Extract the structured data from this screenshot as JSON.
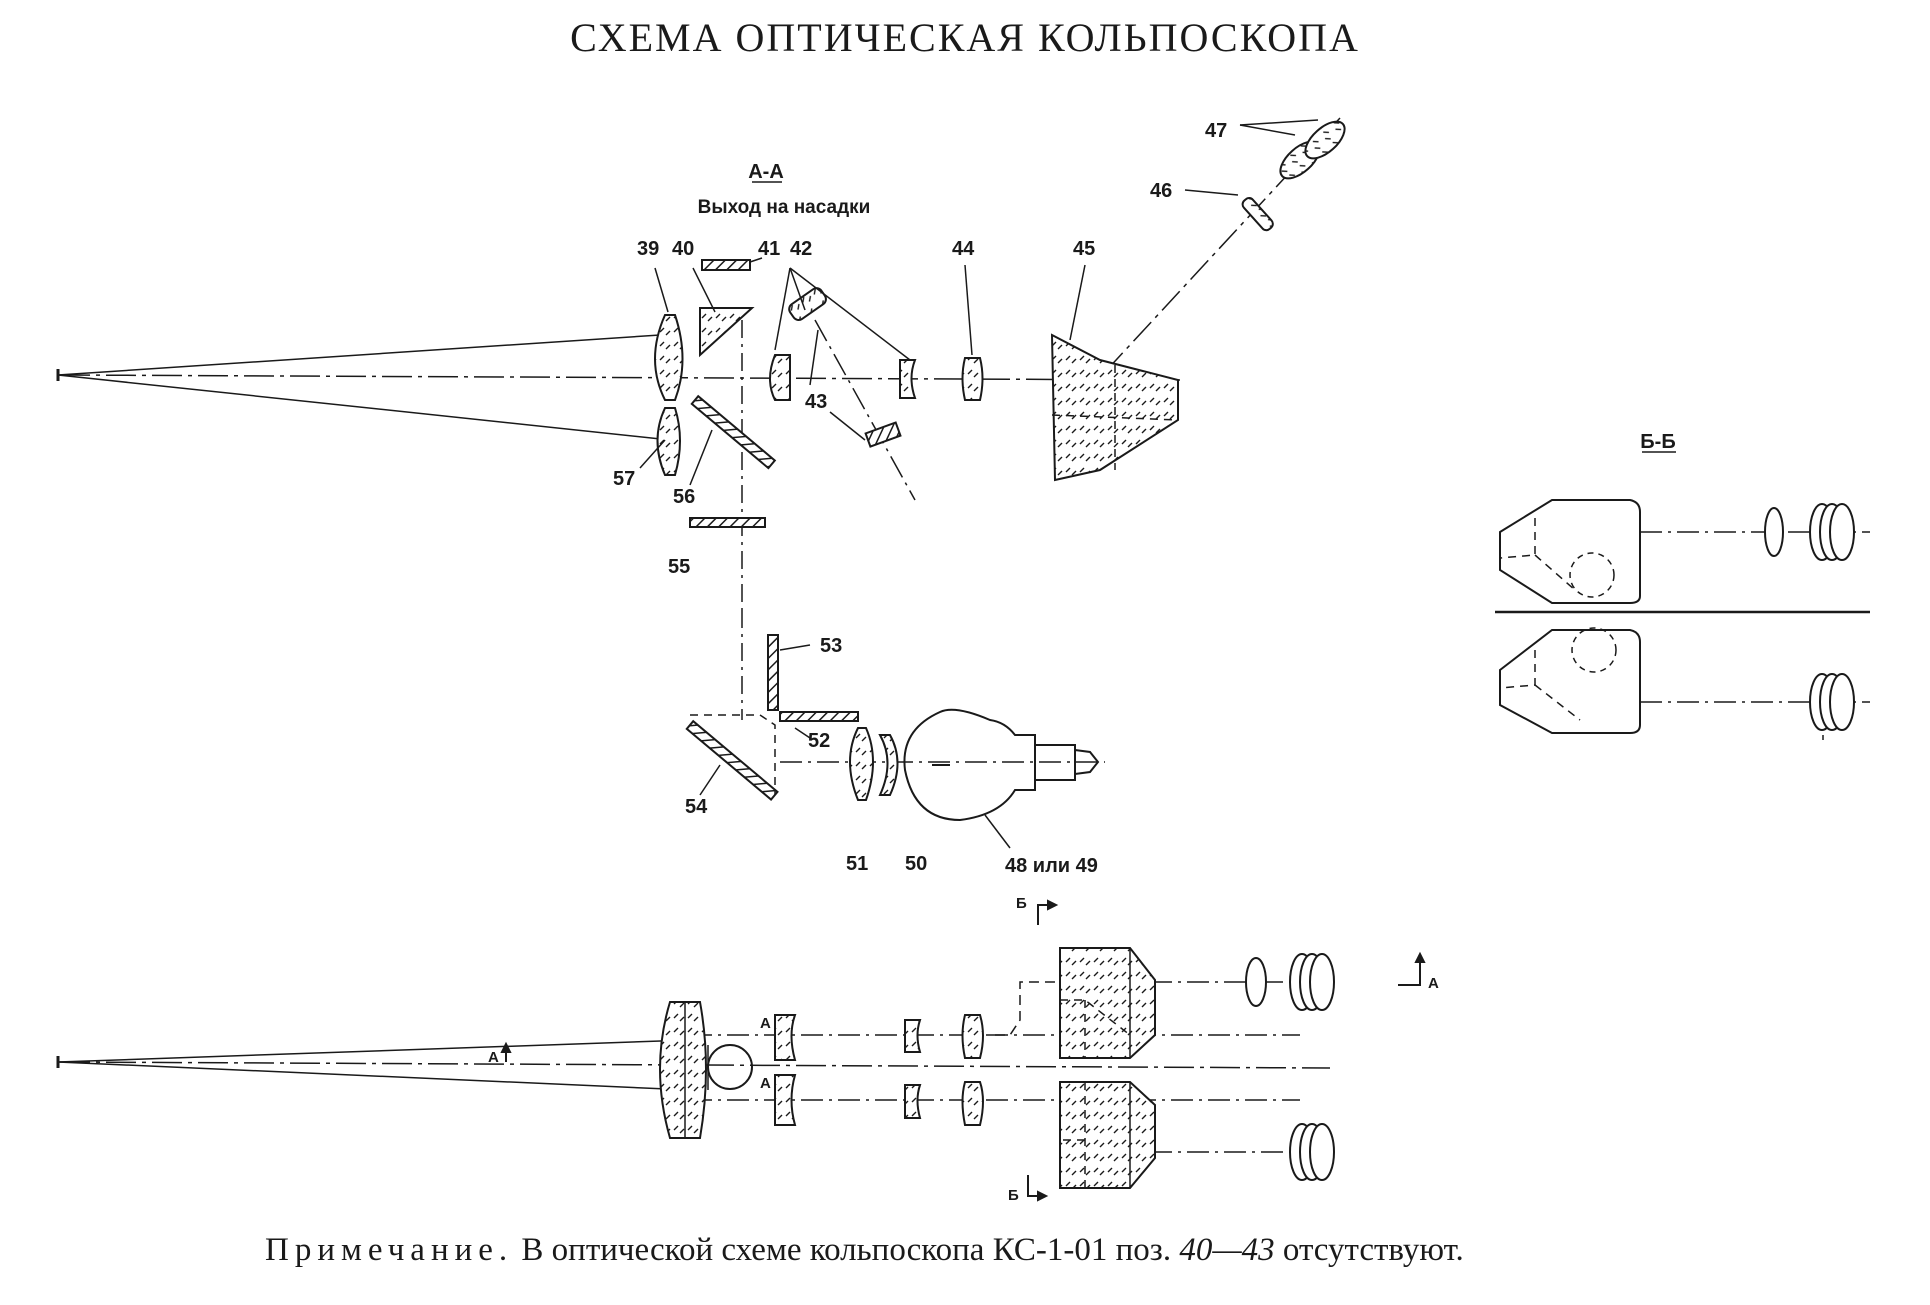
{
  "title": "СХЕМА ОПТИЧЕСКАЯ КОЛЬПОСКОПА",
  "section_labels": {
    "aa": "А-А",
    "aa_sub": "Выход на насадки",
    "bb": "Б-Б"
  },
  "callouts": {
    "c39": "39",
    "c40": "40",
    "c41": "41",
    "c42": "42",
    "c43": "43",
    "c44": "44",
    "c45": "45",
    "c46": "46",
    "c47": "47",
    "c48": "48 или 49",
    "c50": "50",
    "c51": "51",
    "c52": "52",
    "c53": "53",
    "c54": "54",
    "c55": "55",
    "c56": "56",
    "c57": "57"
  },
  "section_marks": {
    "b_top": "Б",
    "b_bottom": "Б",
    "a_right": "А",
    "a_axis": "А",
    "a_upper": "А",
    "a_lower": "А"
  },
  "note": {
    "label": "Примечание.",
    "text_before": "В оптической схеме кольпоскопа КС-1-01 поз.",
    "positions": "40—43",
    "text_after": "отсутствуют."
  },
  "colors": {
    "ink": "#1a1a1a",
    "paper": "#ffffff"
  }
}
